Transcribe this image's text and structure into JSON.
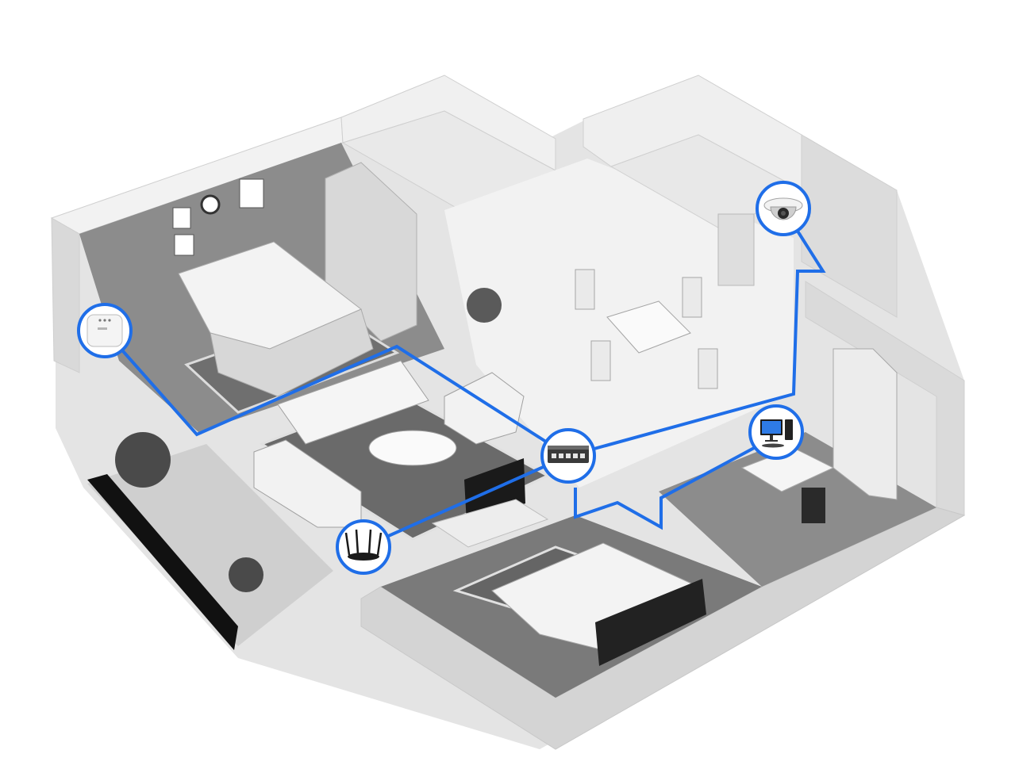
{
  "colors": {
    "background": "#ffffff",
    "link": "#1f6ee8",
    "ring": "#1f6ee8",
    "node_fill": "#ffffff",
    "wall": "#e6e6e6",
    "wall_shade": "#cfcfcf",
    "floor_light": "#ececec",
    "floor_wood": "#8a8a8a",
    "furniture": "#f4f4f4",
    "outline": "#9a9a9a",
    "dark": "#1a1a1a"
  },
  "devices": [
    {
      "id": "access-point",
      "icon": "ceiling-access-point-icon"
    },
    {
      "id": "dome-camera",
      "icon": "dome-camera-icon"
    },
    {
      "id": "poe-switch",
      "icon": "network-switch-icon"
    },
    {
      "id": "desktop-pc",
      "icon": "desktop-computer-icon"
    },
    {
      "id": "wifi-router",
      "icon": "wifi-router-icon"
    }
  ],
  "connections": [
    {
      "from": "access-point",
      "to": "poe-switch"
    },
    {
      "from": "dome-camera",
      "to": "poe-switch"
    },
    {
      "from": "poe-switch",
      "to": "wifi-router"
    },
    {
      "from": "poe-switch",
      "to": "desktop-pc"
    }
  ]
}
